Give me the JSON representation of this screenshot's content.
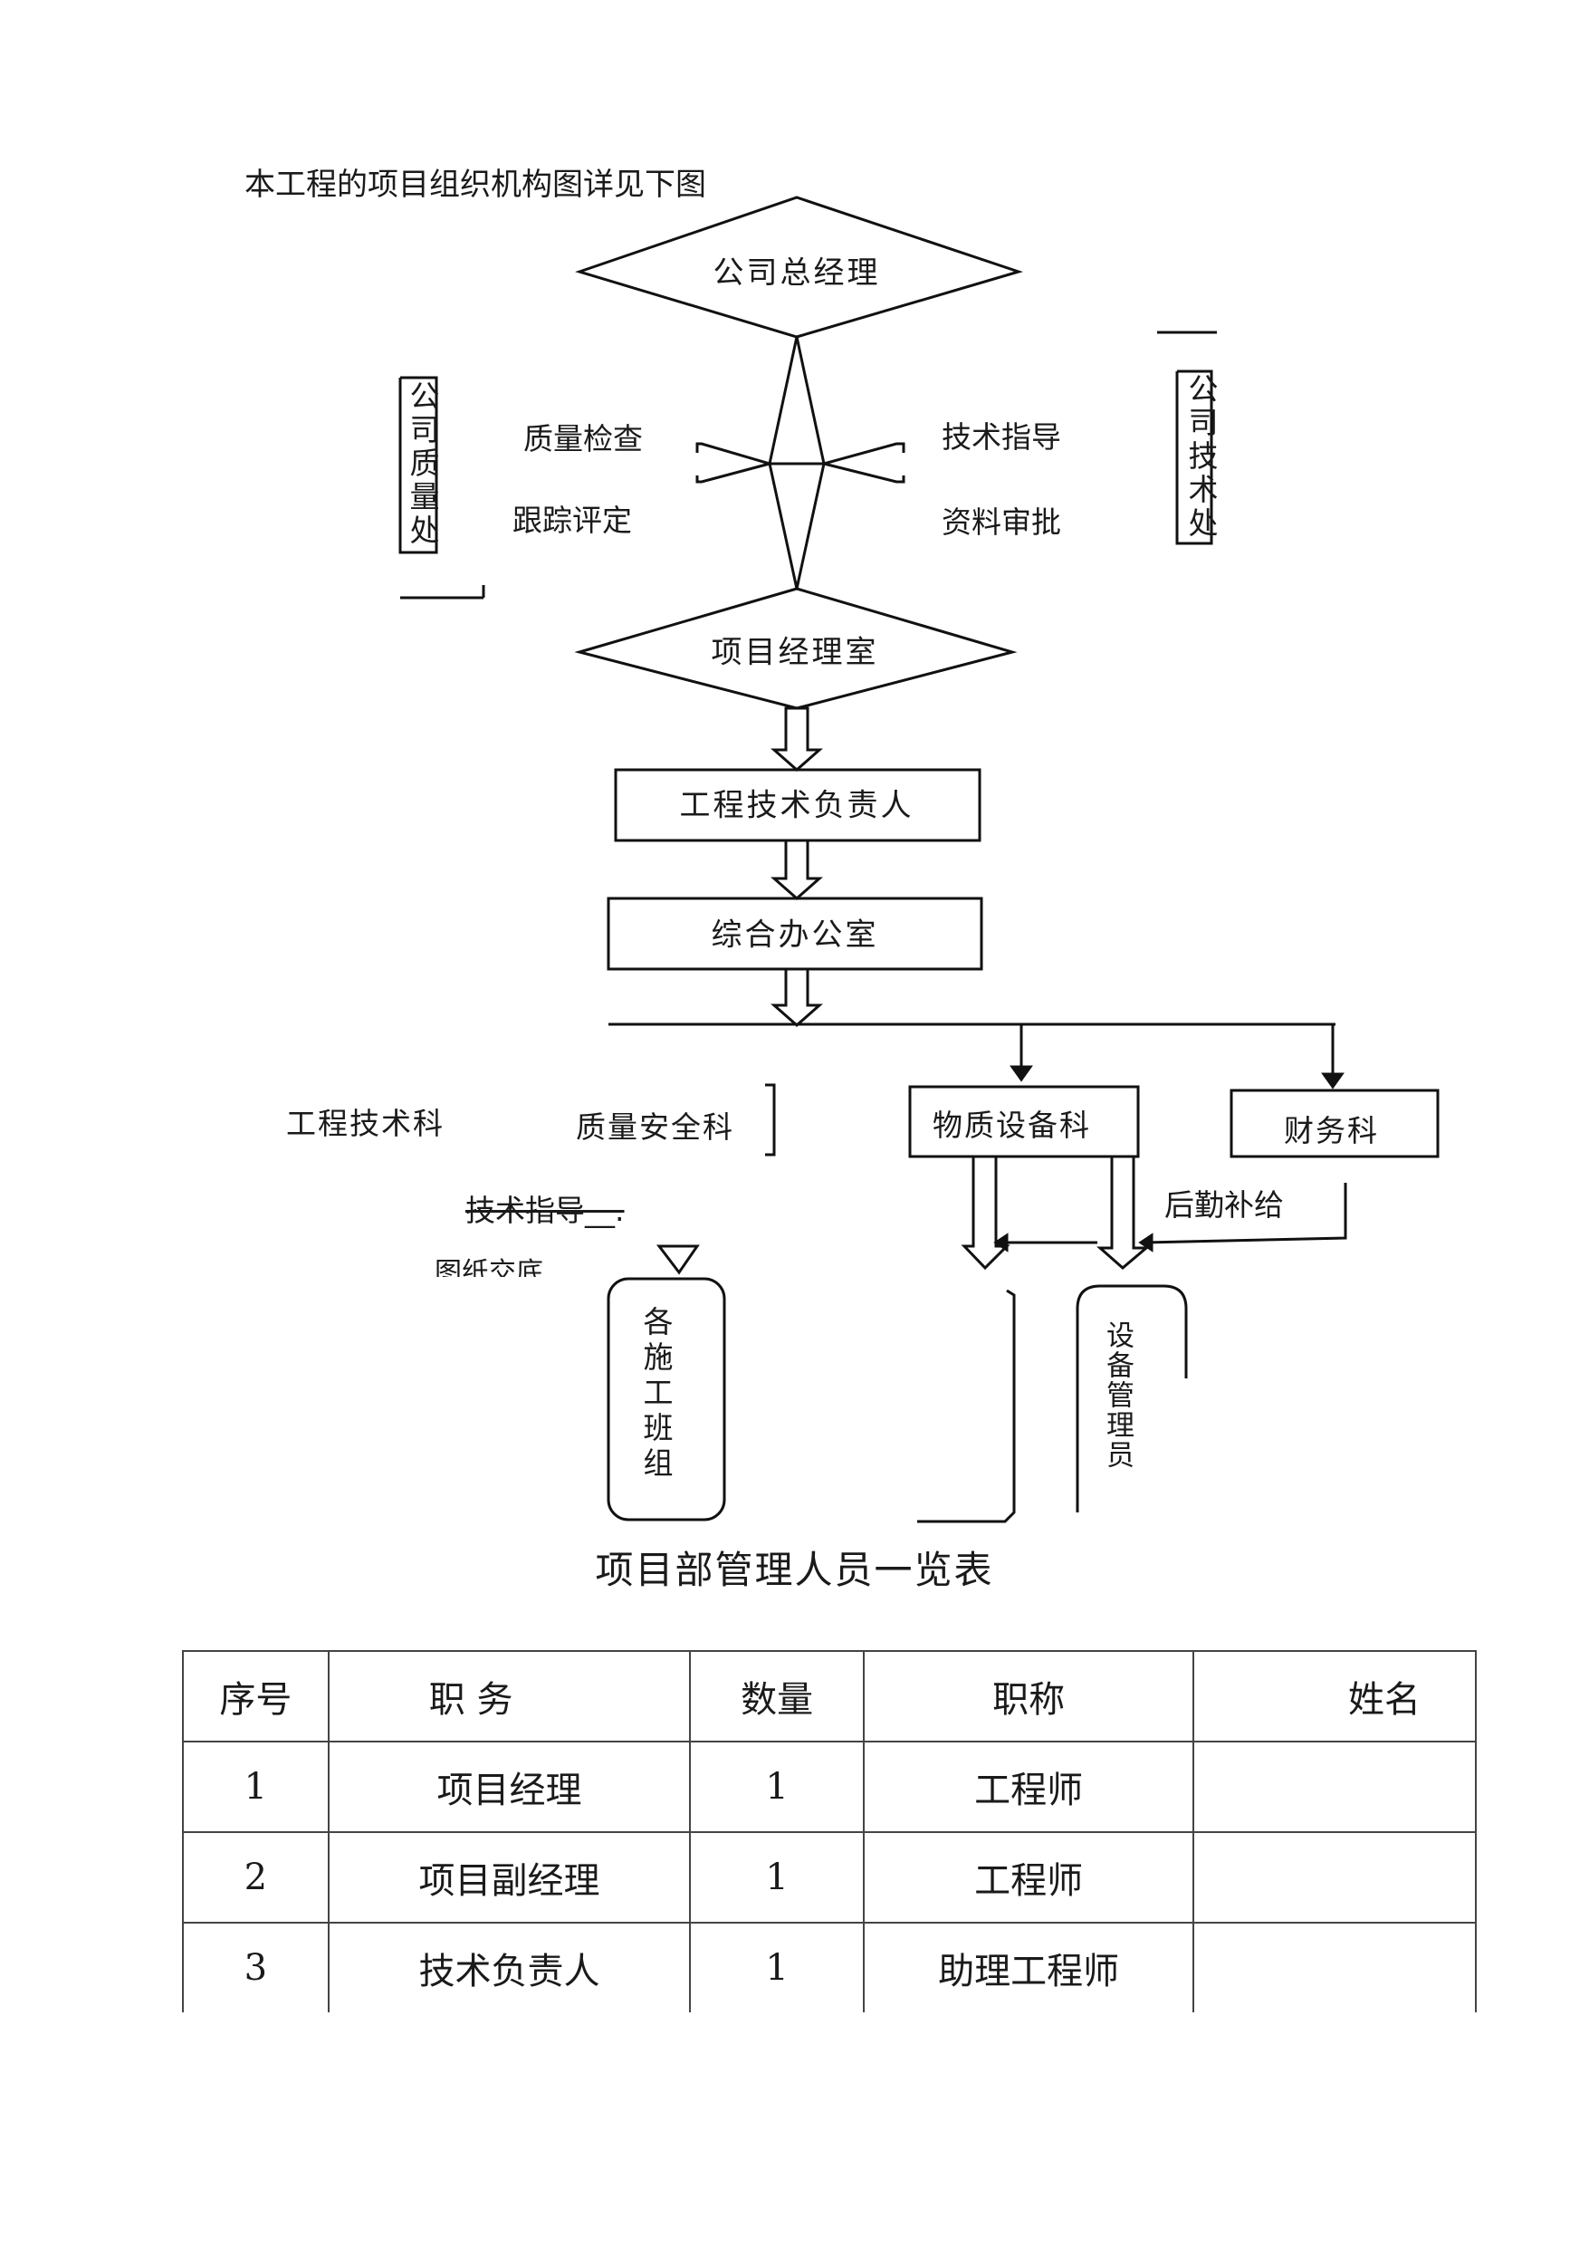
{
  "intro": "本工程的项目组织机构图详见下图",
  "org_chart": {
    "top": "公司总经理",
    "quality_office": "公司质量处",
    "tech_office": "公司技术处",
    "left_label_1": "质量检查",
    "left_label_2": "跟踪评定",
    "right_label_1": "技术指导",
    "right_label_2": "资料审批",
    "pm_office": "项目经理室",
    "tech_lead": "工程技术负责人",
    "general_office": "综合办公室",
    "dept_engineering": "工程技术科",
    "dept_quality_safety": "质量安全科",
    "dept_materials": "物质设备科",
    "dept_finance": "财务科",
    "logistics": "后勤补给",
    "tech_guidance": "技术指导__.",
    "drawings": "图纸交底",
    "teams": "各施工班组",
    "equipment_manager": "设备管理员"
  },
  "table": {
    "title": "项目部管理人员一览表",
    "headers": [
      "序号",
      "职  务",
      "数量",
      "职称",
      "姓名"
    ],
    "rows": [
      [
        "1",
        "项目经理",
        "1",
        "工程师",
        ""
      ],
      [
        "2",
        "项目副经理",
        "1",
        "工程师",
        ""
      ],
      [
        "3",
        "技术负责人",
        "1",
        "助理工程师",
        ""
      ]
    ]
  }
}
